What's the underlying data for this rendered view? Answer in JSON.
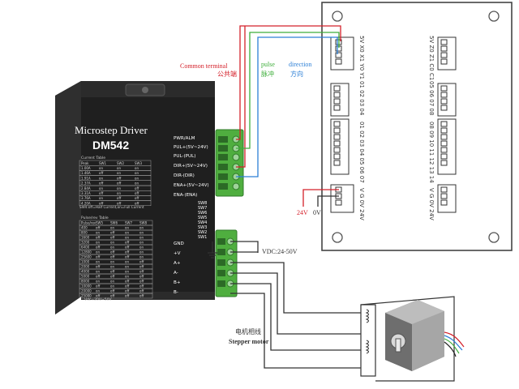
{
  "annotations": {
    "common_terminal": "Common terminal",
    "common_terminal_cn": "公共端",
    "pulse": "pulse",
    "pulse_cn": "脉冲",
    "direction": "direction",
    "direction_cn": "方向",
    "v24": "24V",
    "v0": "0V",
    "vdc": "VDC:24-50V",
    "motor_cn": "电机相线",
    "motor": "Stepper motor"
  },
  "driver": {
    "title": "Microstep Driver",
    "model": "DM542",
    "current_table_title": "Current Table",
    "current_headers": [
      "Peak",
      "SW1",
      "SW2",
      "SW3"
    ],
    "current_rows": [
      [
        "1.00A",
        "on",
        "on",
        "on"
      ],
      [
        "1.46A",
        "off",
        "on",
        "on"
      ],
      [
        "1.91A",
        "on",
        "off",
        "on"
      ],
      [
        "2.37A",
        "off",
        "off",
        "on"
      ],
      [
        "2.84A",
        "on",
        "on",
        "off"
      ],
      [
        "3.31A",
        "off",
        "on",
        "off"
      ],
      [
        "3.76A",
        "on",
        "off",
        "off"
      ],
      [
        "4.20A",
        "off",
        "off",
        "off"
      ]
    ],
    "sw4_note": "SW4:off=Half Current,on=Full Current",
    "pulse_table_title": "Pulse/rev Table",
    "pulse_headers": [
      "Pulse/rev",
      "SW5",
      "SW6",
      "SW7",
      "SW8"
    ],
    "pulse_rows": [
      [
        "400",
        "off",
        "on",
        "on",
        "on"
      ],
      [
        "800",
        "on",
        "off",
        "on",
        "on"
      ],
      [
        "1600",
        "off",
        "off",
        "on",
        "on"
      ],
      [
        "3200",
        "on",
        "on",
        "off",
        "on"
      ],
      [
        "6400",
        "off",
        "on",
        "off",
        "on"
      ],
      [
        "12800",
        "on",
        "off",
        "off",
        "on"
      ],
      [
        "25600",
        "off",
        "off",
        "off",
        "on"
      ],
      [
        "1000",
        "on",
        "on",
        "on",
        "off"
      ],
      [
        "2000",
        "off",
        "on",
        "on",
        "off"
      ],
      [
        "4000",
        "on",
        "off",
        "on",
        "off"
      ],
      [
        "5000",
        "off",
        "off",
        "on",
        "off"
      ],
      [
        "8000",
        "on",
        "on",
        "off",
        "off"
      ],
      [
        "10000",
        "off",
        "on",
        "off",
        "off"
      ],
      [
        "20000",
        "on",
        "off",
        "off",
        "off"
      ],
      [
        "25000",
        "off",
        "off",
        "off",
        "off"
      ]
    ],
    "vdc_note": "Vdc=20V~50V",
    "signal_labels": [
      "PWR/ALM",
      "PUL+(5V~24V)",
      "PUL-(PUL)",
      "DIR+(5V~24V)",
      "DIR-(DIR)",
      "ENA+(5V~24V)",
      "ENA-(ENA)"
    ],
    "sw_labels": [
      "SW8",
      "SW7",
      "SW6",
      "SW5",
      "SW4",
      "SW3",
      "SW2",
      "SW1"
    ],
    "power_labels": [
      "GND",
      "+V",
      "A+",
      "A-",
      "B+",
      "B-"
    ]
  },
  "board": {
    "strip1": "5V X0 X1 Y0 Y1",
    "strip2": "5V Z0 Z1 C0 C1",
    "strip3": "01 02 03 04",
    "strip4": "05 06 07 08",
    "strip5": "01 02 03 04 05 06 07",
    "strip6": "08 09 10 11 12 13 14",
    "strip7": "V G 0V 24V",
    "strip8": "V G 0V 24V"
  },
  "colors": {
    "red": "#d4202a",
    "green": "#3fae3b",
    "blue": "#2c7fd6",
    "driver_body": "#262626",
    "terminal_green": "#4fae3f"
  }
}
